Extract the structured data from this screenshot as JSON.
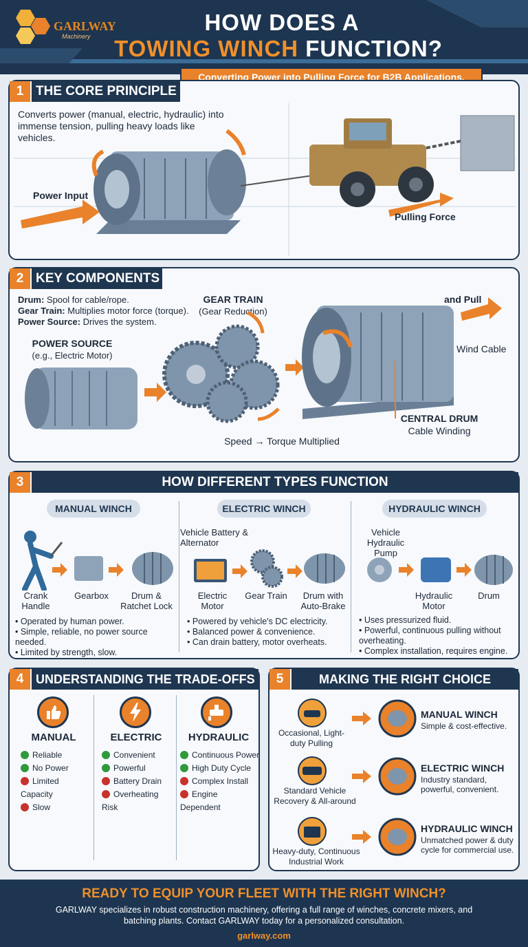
{
  "brand": {
    "name": "GARLWAY",
    "tagline": "Machinery"
  },
  "title": {
    "line1": "HOW DOES A",
    "accent": "TOWING WINCH",
    "rest": " FUNCTION?"
  },
  "subtitle": "Converting Power into Pulling Force for B2B Applications.",
  "colors": {
    "navy": "#1f3650",
    "orange": "#e9822a",
    "good": "#2f9a3a",
    "bad": "#c8322c"
  },
  "s1": {
    "num": "1",
    "title": "THE CORE PRINCIPLE",
    "text": "Converts power (manual, electric, hydraulic) into immense tension, pulling heavy loads like vehicles.",
    "power_input": "Power Input",
    "pulling_force": "Pulling Force"
  },
  "s2": {
    "num": "2",
    "title": "KEY COMPONENTS",
    "drum_k": "Drum:",
    "drum_v": " Spool for cable/rope.",
    "gear_k": "Gear Train:",
    "gear_v": " Multiplies motor force (torque).",
    "power_k": "Power Source:",
    "power_v": " Drives the system.",
    "gear_title": "GEAR TRAIN",
    "gear_sub": "(Gear Reduction)",
    "ps_title": "POWER SOURCE",
    "ps_sub": "(e.g., Electric Motor)",
    "and_pull": "and Pull",
    "wind_cable": "Wind Cable",
    "drum_title": "CENTRAL DRUM",
    "drum_sub": "Cable Winding",
    "speed": "Speed → Torque Multiplied"
  },
  "s3": {
    "num": "3",
    "title": "HOW DIFFERENT TYPES FUNCTION",
    "manual": {
      "title": "MANUAL WINCH",
      "l1": "Crank Handle",
      "l2": "Gearbox",
      "l3": "Drum & Ratchet Lock",
      "b1": "• Operated by human power.",
      "b2": "• Simple, reliable, no power source needed.",
      "b3": "• Limited by strength, slow."
    },
    "electric": {
      "title": "ELECTRIC WINCH",
      "top": "Vehicle Battery & Alternator",
      "l1": "Electric Motor",
      "l2": "Gear Train",
      "l3": "Drum with Auto-Brake",
      "b1": "• Powered by vehicle's DC electricity.",
      "b2": "• Balanced power & convenience.",
      "b3": "• Can drain battery, motor overheats."
    },
    "hydraulic": {
      "title": "HYDRAULIC WINCH",
      "top": "Vehicle Hydraulic Pump",
      "l1": "Hydraulic Motor",
      "l2": "Drum",
      "b1": "• Uses pressurized fluid.",
      "b2": "• Powerful, continuous pulling without overheating.",
      "b3": "• Complex installation, requires engine."
    }
  },
  "s4": {
    "num": "4",
    "title": "UNDERSTANDING THE TRADE-OFFS",
    "cols": [
      {
        "title": "MANUAL",
        "icon": "thumbs-up-icon",
        "items": [
          [
            "Reliable",
            "good"
          ],
          [
            "No Power",
            "good"
          ],
          [
            "Limited Capacity",
            "bad"
          ],
          [
            "Slow",
            "bad"
          ]
        ]
      },
      {
        "title": "ELECTRIC",
        "icon": "lightning-icon",
        "items": [
          [
            "Convenient",
            "good"
          ],
          [
            "Powerful",
            "good"
          ],
          [
            "Battery Drain",
            "bad"
          ],
          [
            "Overheating Risk",
            "bad"
          ]
        ]
      },
      {
        "title": "HYDRAULIC",
        "icon": "hydraulic-icon",
        "items": [
          [
            "Continuous Power",
            "good"
          ],
          [
            "High Duty Cycle",
            "good"
          ],
          [
            "Complex Install",
            "bad"
          ],
          [
            "Engine Dependent",
            "bad"
          ]
        ]
      }
    ]
  },
  "s5": {
    "num": "5",
    "title": "MAKING THE RIGHT CHOICE",
    "rows": [
      {
        "use": "Occasional, Light-duty Pulling",
        "name": "MANUAL WINCH",
        "desc": "Simple & cost-effective."
      },
      {
        "use": "Standard Vehicle Recovery & All-around",
        "name": "ELECTRIC WINCH",
        "desc": "Industry standard, powerful, convenient."
      },
      {
        "use": "Heavy-duty, Continuous Industrial Work",
        "name": "HYDRAULIC WINCH",
        "desc": "Unmatched power & duty cycle for commercial use."
      }
    ]
  },
  "footer": {
    "title": "READY TO EQUIP YOUR FLEET WITH THE RIGHT WINCH?",
    "body": "GARLWAY specializes in robust construction machinery, offering a full range of winches, concrete mixers, and batching plants. Contact GARLWAY today for a personalized consultation.",
    "url": "garlway.com"
  }
}
